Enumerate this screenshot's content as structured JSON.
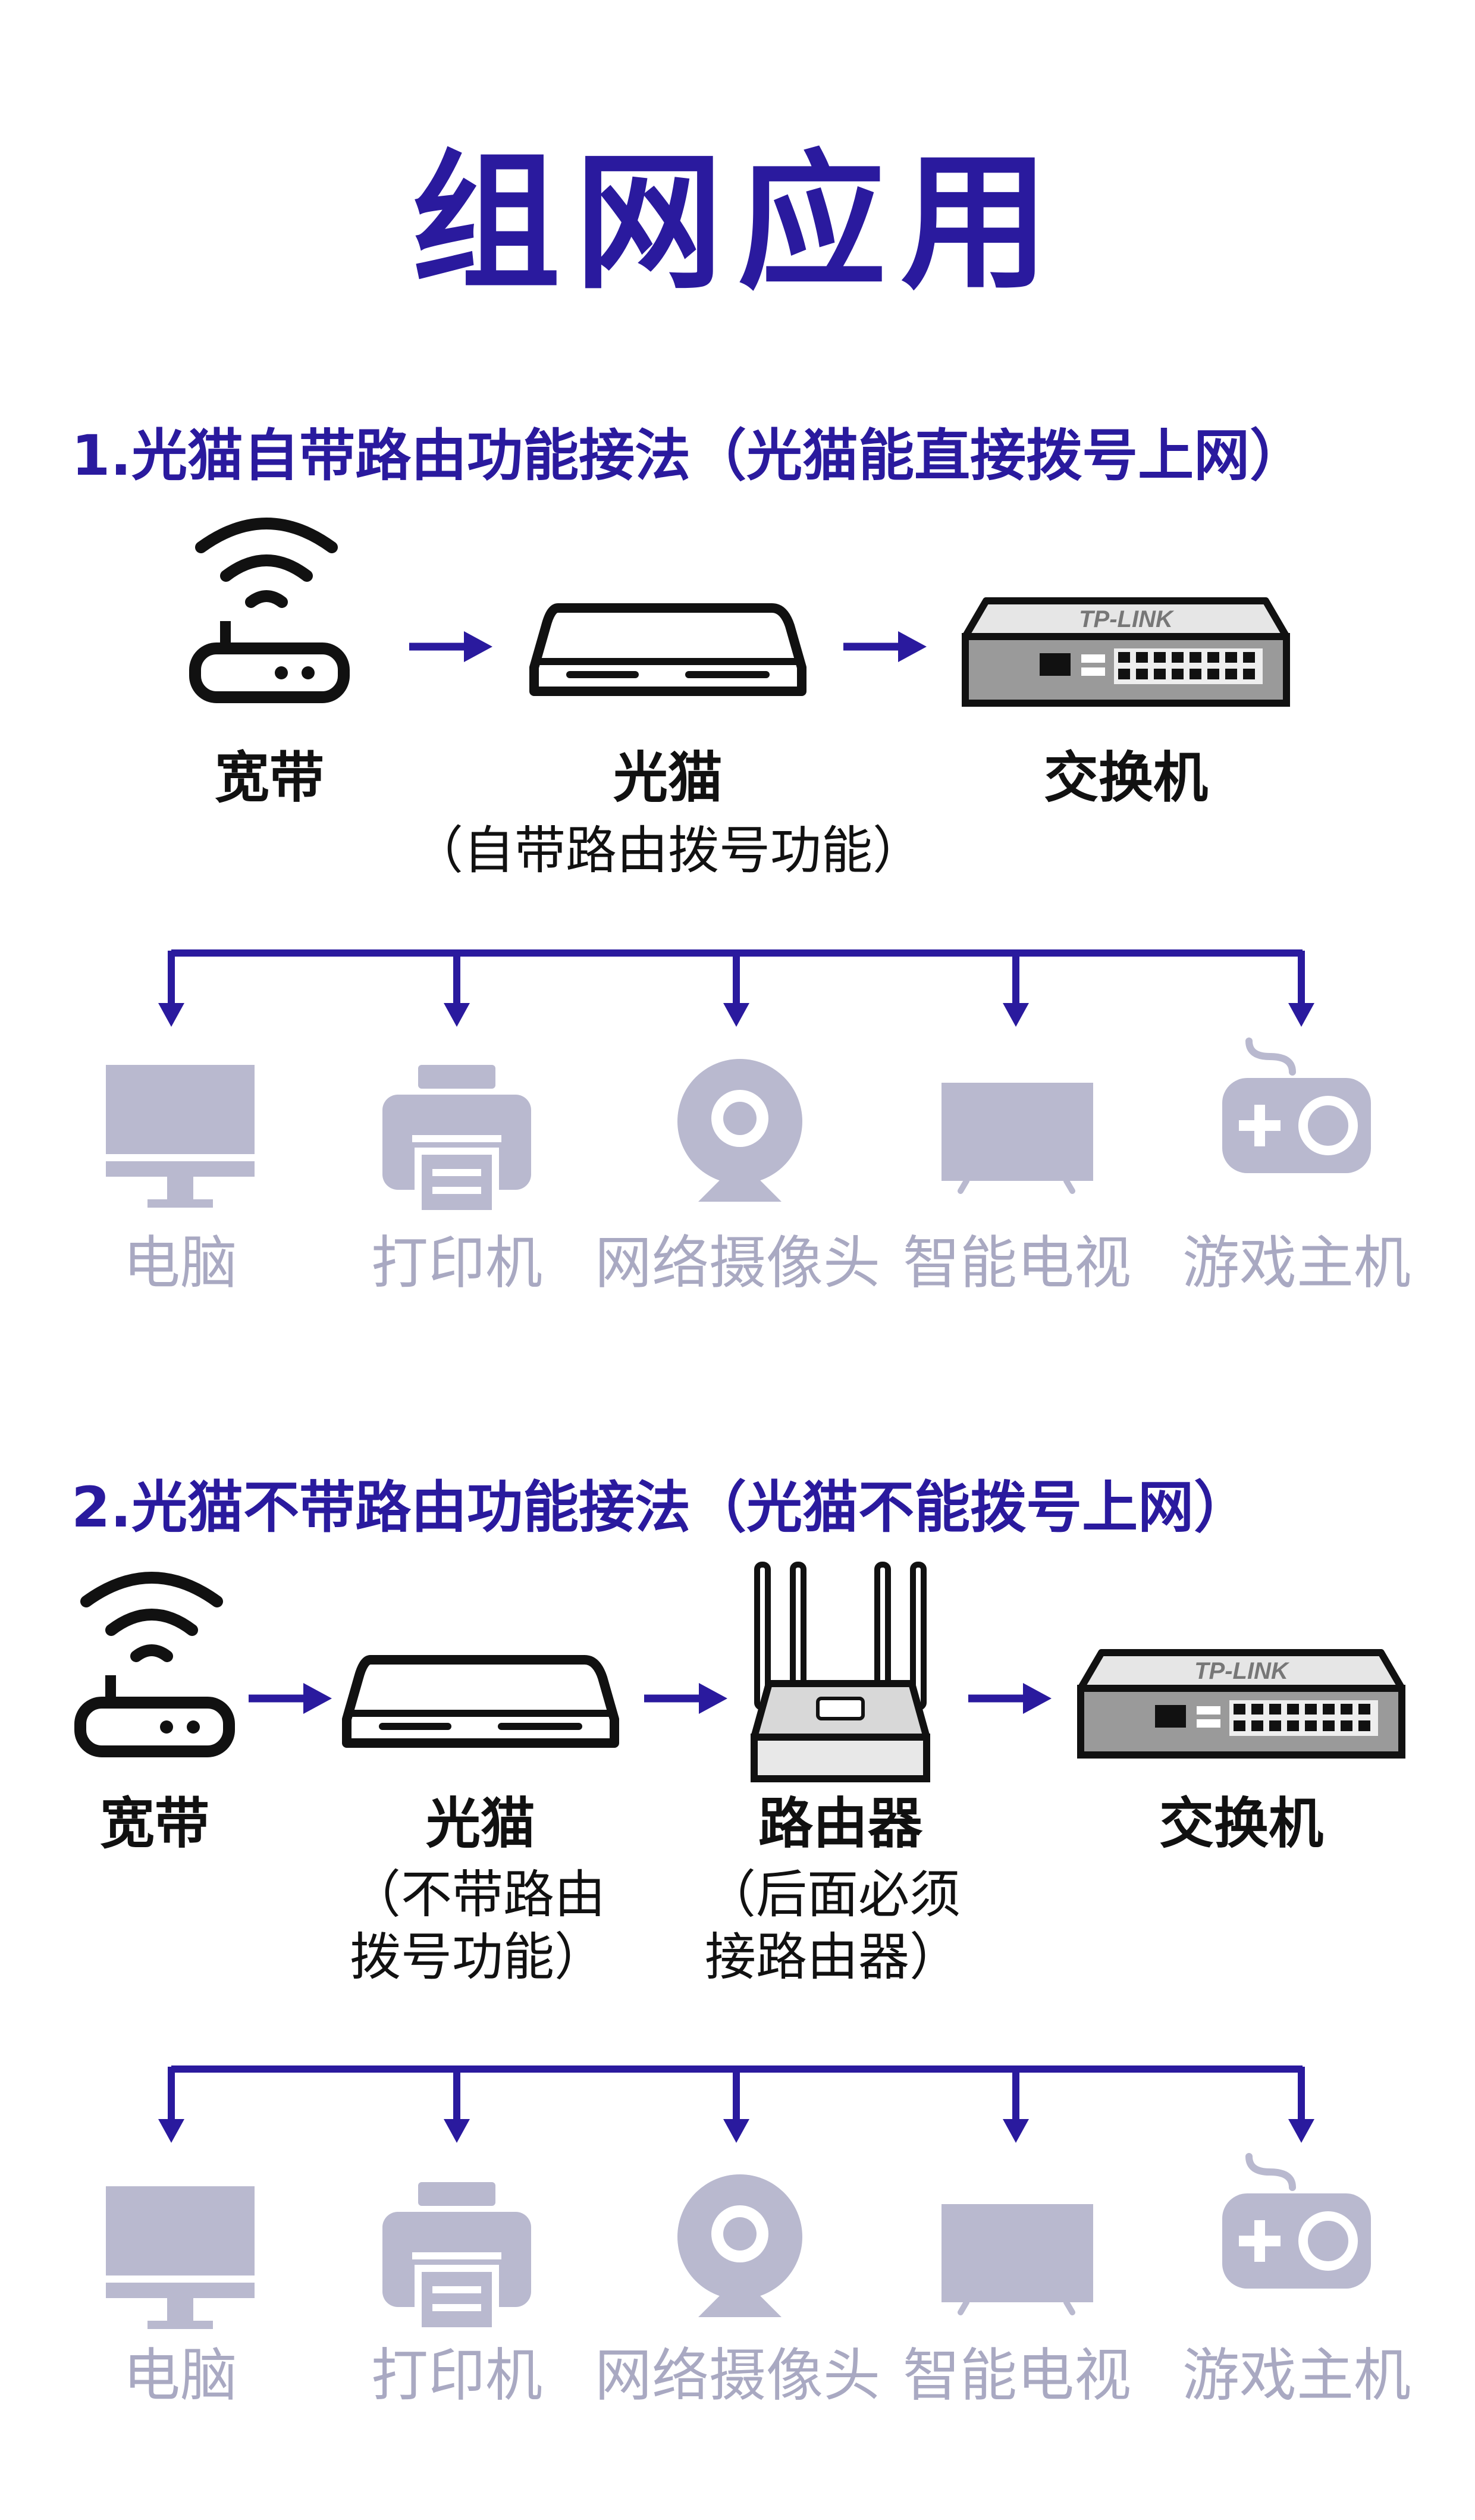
{
  "title": "组网应用",
  "colors": {
    "accent": "#2a1a9e",
    "client_icon": "#b9b9cf",
    "client_label": "#a9a9c2",
    "device_stroke": "#111111"
  },
  "section1": {
    "heading": "1.光猫自带路由功能接法（光猫能直接拨号上网）",
    "devices": [
      {
        "icon": "broadband-icon",
        "label": "宽带",
        "note": ""
      },
      {
        "icon": "optical-modem-icon",
        "label": "光猫",
        "note": "（自带路由拨号功能）"
      },
      {
        "icon": "switch-icon",
        "label": "交换机",
        "note": ""
      }
    ],
    "clients": [
      {
        "icon": "computer-icon",
        "label": "电脑"
      },
      {
        "icon": "printer-icon",
        "label": "打印机"
      },
      {
        "icon": "webcam-icon",
        "label": "网络摄像头"
      },
      {
        "icon": "smart-tv-icon",
        "label": "智能电视"
      },
      {
        "icon": "game-console-icon",
        "label": "游戏主机"
      }
    ]
  },
  "section2": {
    "heading": "2.光猫不带路由功能接法（光猫不能拨号上网）",
    "devices": [
      {
        "icon": "broadband-icon",
        "label": "宽带",
        "note": ""
      },
      {
        "icon": "optical-modem-icon",
        "label": "光猫",
        "note_lines": [
          "（不带路由",
          "拨号功能）"
        ]
      },
      {
        "icon": "router-icon",
        "label": "路由器",
        "note_lines": [
          "（后面必须",
          "接路由器）"
        ]
      },
      {
        "icon": "switch-icon",
        "label": "交换机",
        "note": ""
      }
    ],
    "clients": [
      {
        "icon": "computer-icon",
        "label": "电脑"
      },
      {
        "icon": "printer-icon",
        "label": "打印机"
      },
      {
        "icon": "webcam-icon",
        "label": "网络摄像头"
      },
      {
        "icon": "smart-tv-icon",
        "label": "智能电视"
      },
      {
        "icon": "game-console-icon",
        "label": "游戏主机"
      }
    ]
  },
  "switch_brand": "TP-LINK"
}
